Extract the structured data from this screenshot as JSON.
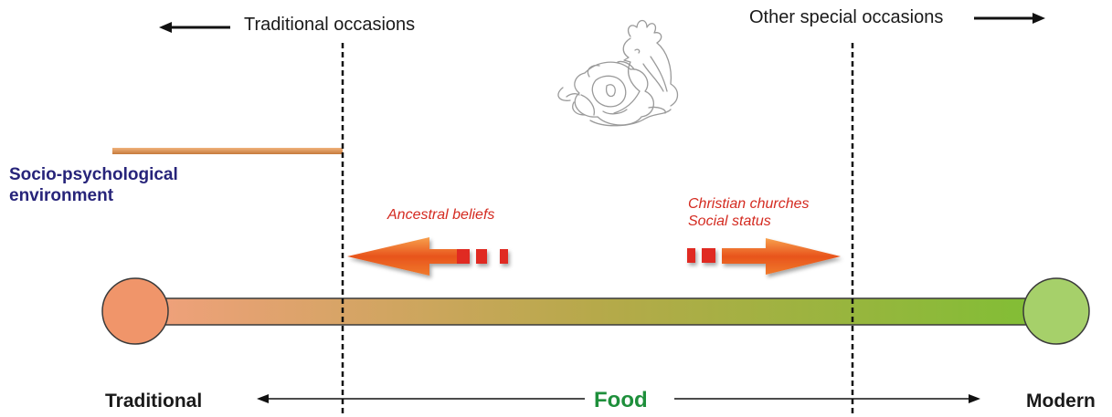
{
  "top": {
    "left_label": "Traditional occasions",
    "right_label": "Other special occasions"
  },
  "environment": {
    "line1": "Socio-psychological",
    "line2": "environment"
  },
  "influences": {
    "left": "Ancestral beliefs",
    "right_line1": "Christian churches",
    "right_line2": "Social status"
  },
  "axis": {
    "left_label": "Traditional",
    "center_label": "Food",
    "right_label": "Modern"
  },
  "colors": {
    "traditional": "#f0956a",
    "modern": "#a6d06a",
    "bar_start": "#f2a07d",
    "bar_end": "#7fbf34",
    "food_text": "#1e8f3b",
    "influence_text": "#d42b21",
    "environment_text": "#27247a",
    "env_line": "#d9955a"
  },
  "icons": {
    "illustration": "rooster-and-cabbage-sketch"
  }
}
